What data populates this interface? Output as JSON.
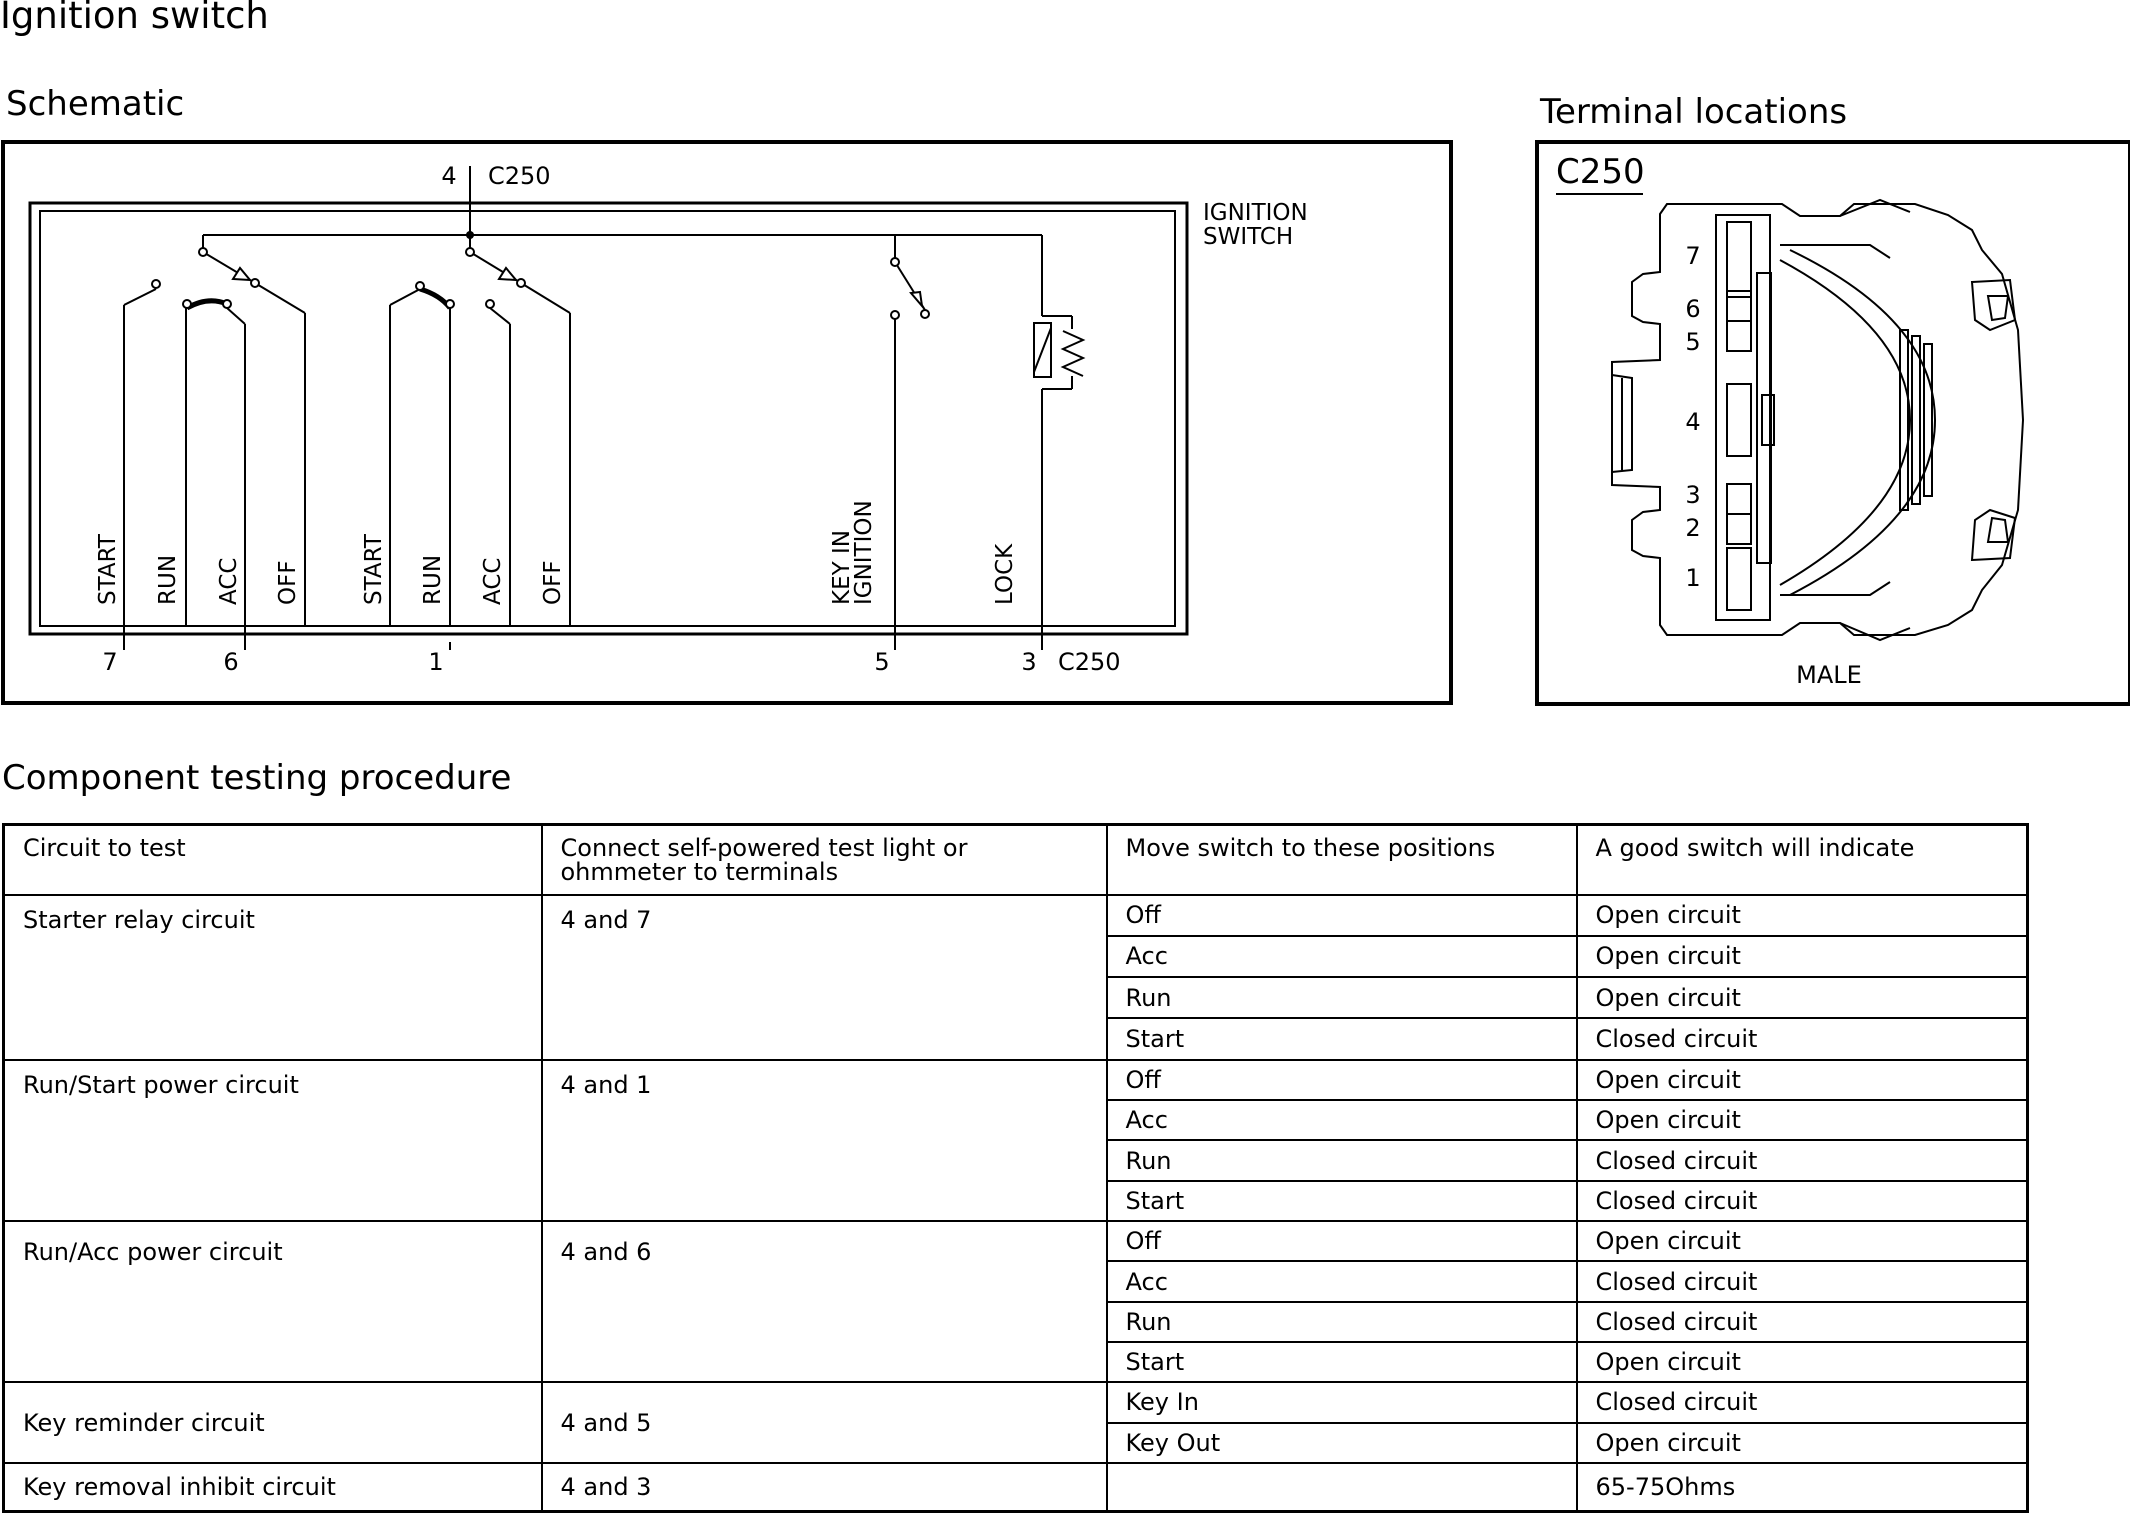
{
  "title": "Ignition switch",
  "schematic": {
    "heading": "Schematic",
    "top_pin": "4",
    "top_connector": "C250",
    "switch_label_line1": "IGNITION",
    "switch_label_line2": "SWITCH",
    "positions_group1": [
      "START",
      "RUN",
      "ACC",
      "OFF"
    ],
    "positions_group2": [
      "START",
      "RUN",
      "ACC",
      "OFF"
    ],
    "key_label_line1": "KEY IN",
    "key_label_line2": "IGNITION",
    "lock_label": "LOCK",
    "bottom_pins": [
      "7",
      "6",
      "1",
      "5",
      "3"
    ],
    "bottom_connector": "C250"
  },
  "terminal": {
    "heading": "Terminal locations",
    "connector": "C250",
    "pin_numbers": [
      "7",
      "6",
      "5",
      "4",
      "3",
      "2",
      "1"
    ],
    "gender": "MALE"
  },
  "testing": {
    "heading": "Component testing procedure",
    "headers": {
      "circuit": "Circuit to test",
      "connect_line1": "Connect self-powered test light or",
      "connect_line2": "ohmmeter to terminals",
      "positions": "Move switch to these positions",
      "indicate": "A good switch will indicate"
    },
    "rows": [
      {
        "circuit": "Starter relay circuit",
        "terminals": "4 and 7",
        "steps": [
          {
            "position": "Off",
            "result": "Open circuit"
          },
          {
            "position": "Acc",
            "result": "Open circuit"
          },
          {
            "position": "Run",
            "result": "Open circuit"
          },
          {
            "position": "Start",
            "result": "Closed circuit"
          }
        ]
      },
      {
        "circuit": "Run/Start power circuit",
        "terminals": "4 and 1",
        "steps": [
          {
            "position": "Off",
            "result": "Open circuit"
          },
          {
            "position": "Acc",
            "result": "Open circuit"
          },
          {
            "position": "Run",
            "result": "Closed circuit"
          },
          {
            "position": "Start",
            "result": "Closed circuit"
          }
        ]
      },
      {
        "circuit": "Run/Acc power circuit",
        "terminals": "4 and 6",
        "steps": [
          {
            "position": "Off",
            "result": "Open circuit"
          },
          {
            "position": "Acc",
            "result": "Closed circuit"
          },
          {
            "position": "Run",
            "result": "Closed circuit"
          },
          {
            "position": "Start",
            "result": "Open circuit"
          }
        ]
      },
      {
        "circuit": "Key reminder circuit",
        "terminals": "4 and 5",
        "steps": [
          {
            "position": "Key In",
            "result": "Closed circuit"
          },
          {
            "position": "Key Out",
            "result": "Open circuit"
          }
        ]
      },
      {
        "circuit": "Key removal inhibit circuit",
        "terminals": "4 and 3",
        "steps": [
          {
            "position": "",
            "result": "65-75Ohms"
          }
        ]
      }
    ]
  }
}
